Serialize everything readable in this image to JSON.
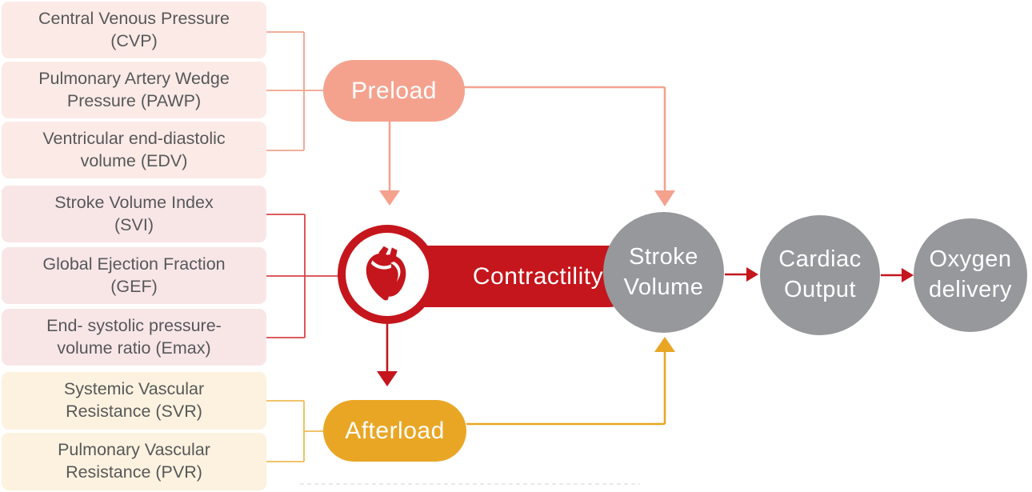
{
  "title": "Determinants of cardiac output diagram",
  "colors": {
    "salmon": "#f4a28e",
    "red": "#c4161c",
    "bracket_red": "#d8444a",
    "amber": "#e9a625",
    "amber_light": "#eebb55",
    "gray": "#97989b",
    "box_pink_light": "#fbeae6",
    "box_pink": "#f8e6e7",
    "box_cream": "#fcf2df",
    "text_gray": "#57585a",
    "dashed": "#e1e1e4"
  },
  "left_panel": {
    "boxes": [
      {
        "group": "preload",
        "label": "Central Venous Pressure\n(CVP)"
      },
      {
        "group": "preload",
        "label": "Pulmonary Artery Wedge\nPressure (PAWP)"
      },
      {
        "group": "preload",
        "label": "Ventricular end-diastolic\nvolume (EDV)"
      },
      {
        "group": "contractility",
        "label": "Stroke Volume Index\n(SVI)"
      },
      {
        "group": "contractility",
        "label": "Global Ejection Fraction\n(GEF)"
      },
      {
        "group": "contractility",
        "label": "End- systolic pressure-\nvolume ratio (Emax)"
      },
      {
        "group": "afterload",
        "label": "Systemic Vascular\nResistance (SVR)"
      },
      {
        "group": "afterload",
        "label": "Pulmonary Vascular\nResistance (PVR)"
      }
    ]
  },
  "nodes": {
    "preload": {
      "label": "Preload"
    },
    "contractility": {
      "label": "Contractility",
      "icon": "heart-icon"
    },
    "afterload": {
      "label": "Afterload"
    },
    "stroke_volume": {
      "label": "Stroke\nVolume"
    },
    "cardiac_output": {
      "label": "Cardiac\nOutput"
    },
    "oxygen_delivery": {
      "label": "Oxygen\ndelivery"
    }
  }
}
